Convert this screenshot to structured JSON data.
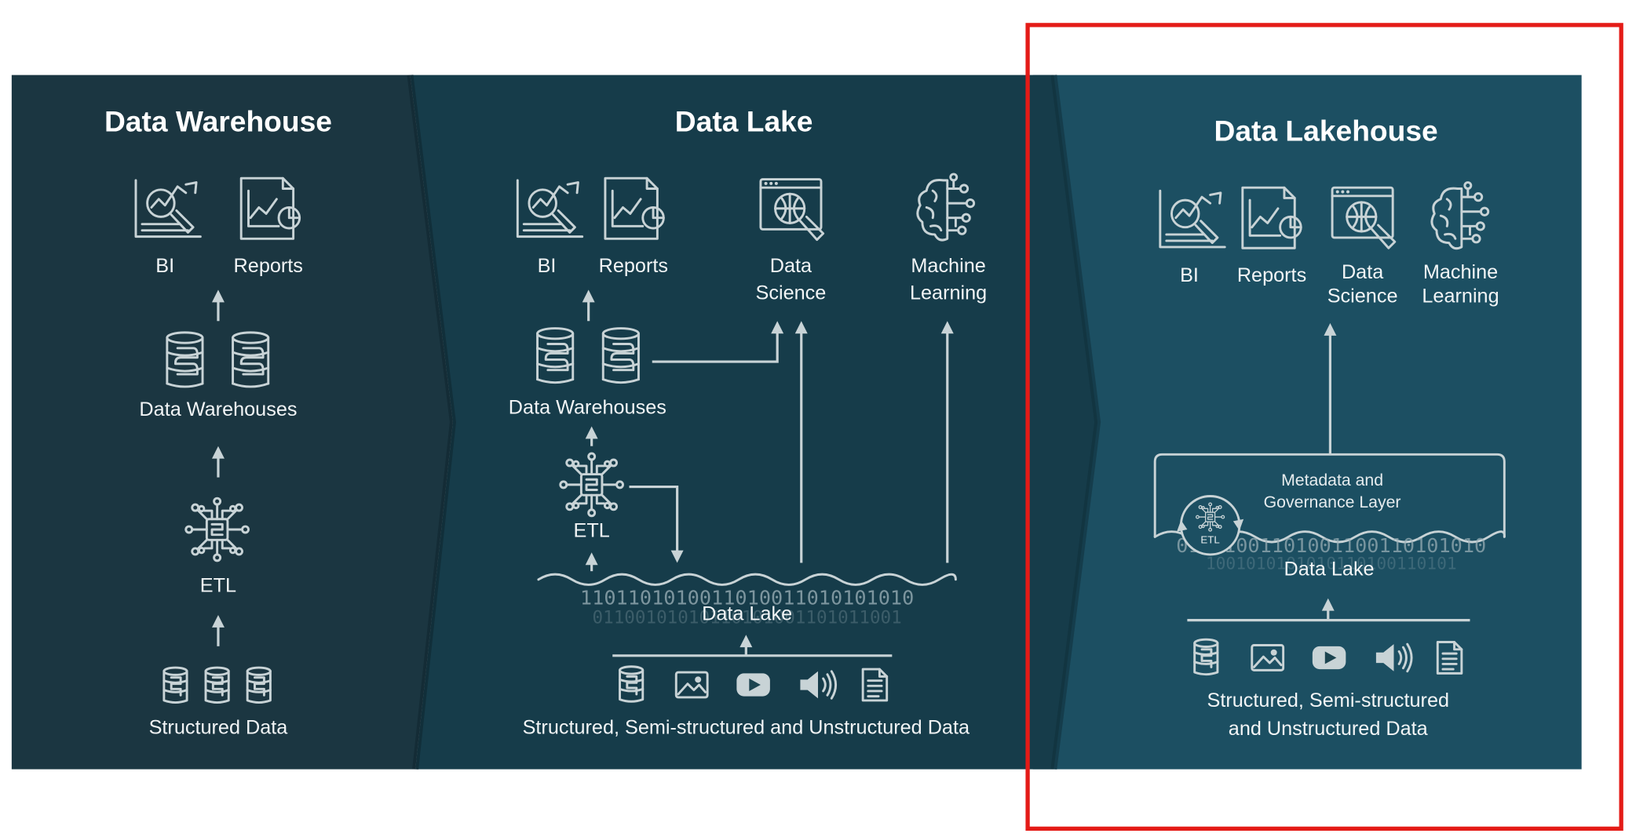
{
  "panels": {
    "warehouse": {
      "title": "Data Warehouse",
      "bi": "BI",
      "reports": "Reports",
      "data_warehouses": "Data Warehouses",
      "etl": "ETL",
      "source": "Structured Data"
    },
    "lake": {
      "title": "Data Lake",
      "bi": "BI",
      "reports": "Reports",
      "data_science_1": "Data",
      "data_science_2": "Science",
      "ml_1": "Machine",
      "ml_2": "Learning",
      "data_warehouses": "Data Warehouses",
      "etl": "ETL",
      "data_lake": "Data Lake",
      "source": "Structured, Semi-structured and Unstructured Data"
    },
    "lakehouse": {
      "title": "Data Lakehouse",
      "bi": "BI",
      "reports": "Reports",
      "data_science_1": "Data",
      "data_science_2": "Science",
      "ml_1": "Machine",
      "ml_2": "Learning",
      "metadata_1": "Metadata and",
      "metadata_2": "Governance Layer",
      "etl": "ETL",
      "data_lake": "Data Lake",
      "source_1": "Structured, Semi-structured",
      "source_2": "and Unstructured Data"
    }
  },
  "binary": {
    "lake_row1": "1101101010011010011010101010",
    "lake_row2": "01100101010110101001101011001",
    "lakehouse_row1": "01101001101001100110101010",
    "lakehouse_row2": "1001010101010110100110101"
  },
  "colors": {
    "warehouse_bg": "#1b3641",
    "lake_bg": "#163c4a",
    "lakehouse_bg": "#1c4f62",
    "icon_stroke": "#c8d3d6",
    "highlight_box": "#e41b17"
  },
  "highlight": {
    "target": "Data Lakehouse"
  }
}
